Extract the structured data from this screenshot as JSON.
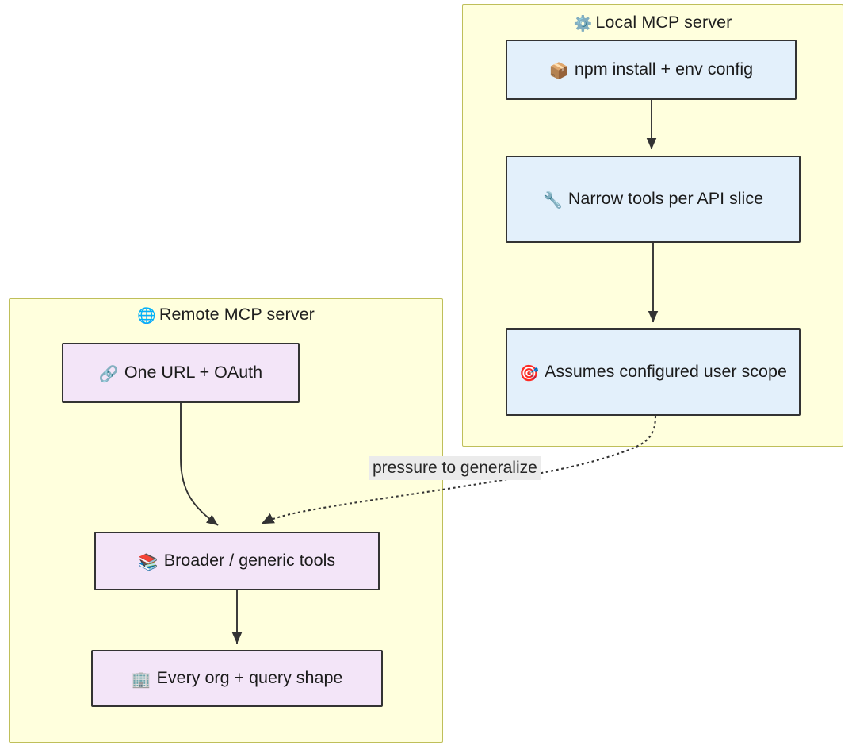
{
  "diagram": {
    "type": "flowchart",
    "direction": "top-to-bottom",
    "background_color": "#ffffff",
    "subgraph_fill": "#ffffdd",
    "subgraph_stroke": "#bfbf5a",
    "node_stroke": "#333333",
    "blue_node_fill": "#e3f0fb",
    "purple_node_fill": "#f3e5f8",
    "edge_label_fill": "#ebebeb"
  },
  "subgraphs": [
    {
      "id": "local",
      "title": "Local MCP server",
      "icon": "gear-icon",
      "icon_glyph": "⚙️"
    },
    {
      "id": "remote",
      "title": "Remote MCP server",
      "icon": "globe-icon",
      "icon_glyph": "🌐"
    }
  ],
  "nodes": [
    {
      "id": "npm",
      "group": "local",
      "label": "npm install + env config",
      "icon": "package-icon",
      "icon_glyph": "📦",
      "fill": "#e3f0fb"
    },
    {
      "id": "narrow",
      "group": "local",
      "label": "Narrow tools per API slice",
      "icon": "wrench-icon",
      "icon_glyph": "🔧",
      "fill": "#e3f0fb"
    },
    {
      "id": "assumes",
      "group": "local",
      "label": "Assumes configured user scope",
      "icon": "target-icon",
      "icon_glyph": "🎯",
      "fill": "#e3f0fb"
    },
    {
      "id": "oneurl",
      "group": "remote",
      "label": "One URL + OAuth",
      "icon": "link-icon",
      "icon_glyph": "🔗",
      "fill": "#f3e5f8"
    },
    {
      "id": "broader",
      "group": "remote",
      "label": "Broader / generic tools",
      "icon": "books-icon",
      "icon_glyph": "📚",
      "fill": "#f3e5f8"
    },
    {
      "id": "everyorg",
      "group": "remote",
      "label": "Every org + query shape",
      "icon": "office-building-icon",
      "icon_glyph": "🏢",
      "fill": "#f3e5f8"
    }
  ],
  "edges": [
    {
      "id": "npm-narrow",
      "from": "npm",
      "to": "narrow",
      "style": "solid",
      "label": ""
    },
    {
      "id": "narrow-assumes",
      "from": "narrow",
      "to": "assumes",
      "style": "solid",
      "label": ""
    },
    {
      "id": "assumes-broader",
      "from": "assumes",
      "to": "broader",
      "style": "dotted",
      "label": "pressure to generalize"
    },
    {
      "id": "oneurl-broader",
      "from": "oneurl",
      "to": "broader",
      "style": "solid",
      "label": ""
    },
    {
      "id": "broader-everyorg",
      "from": "broader",
      "to": "everyorg",
      "style": "solid",
      "label": ""
    }
  ]
}
